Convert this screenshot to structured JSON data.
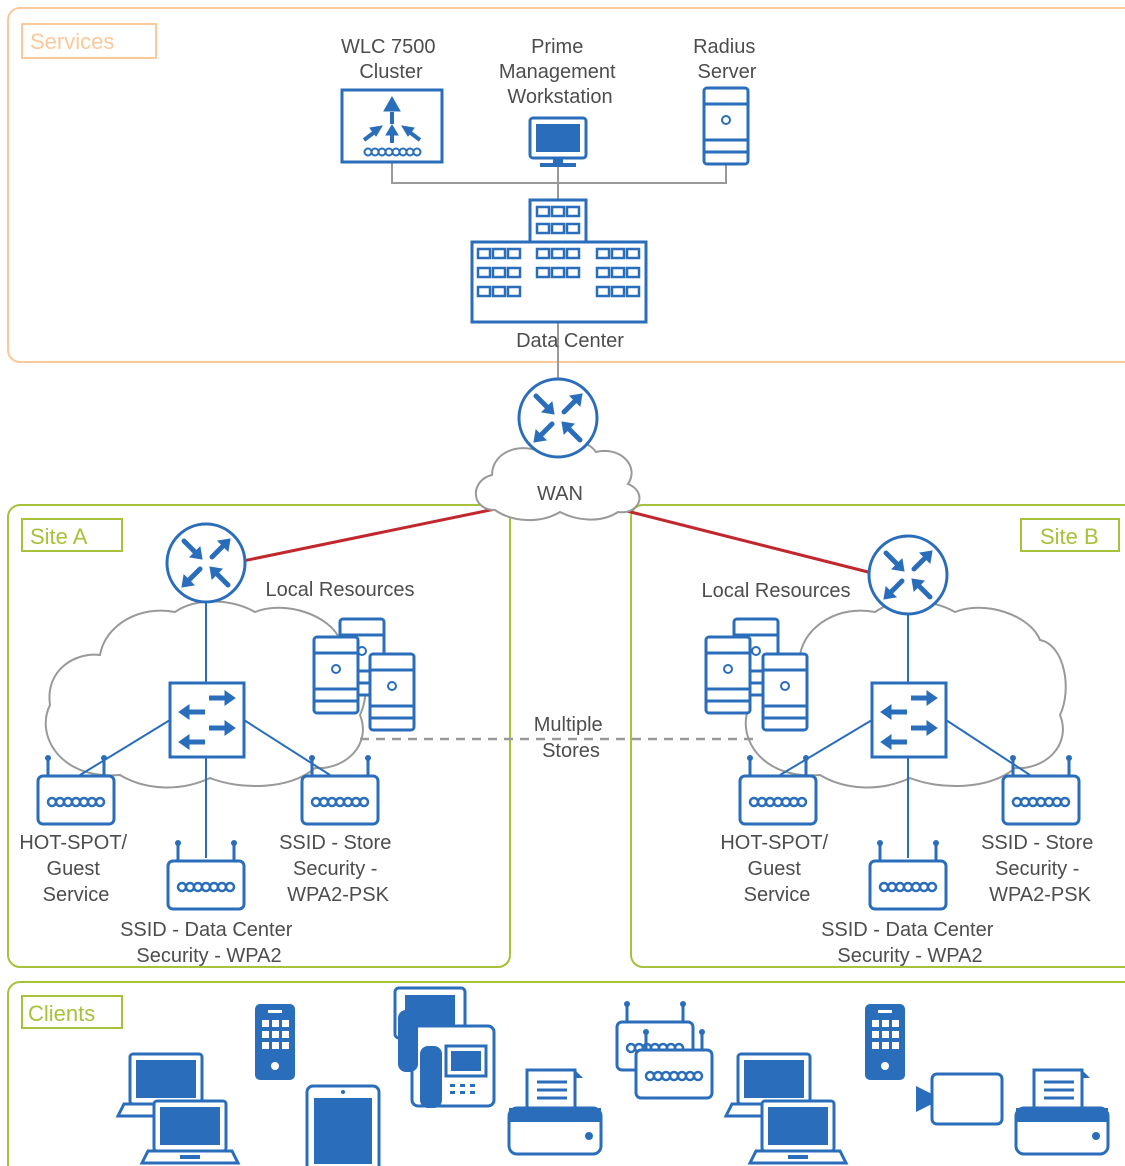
{
  "zones": {
    "services": {
      "label": "Services",
      "color": "#f9c99a"
    },
    "site_a": {
      "label": "Site A",
      "color": "#a7c13a"
    },
    "site_b": {
      "label": "Site B",
      "color": "#a7c13a"
    },
    "clients": {
      "label": "Clients",
      "color": "#a7c13a"
    }
  },
  "services": {
    "wlc": [
      "WLC 7500",
      "Cluster"
    ],
    "prime": [
      "Prime",
      "Management",
      "Workstation"
    ],
    "radius": [
      "Radius",
      "Server"
    ],
    "datacenter": "Data Center"
  },
  "wan": "WAN",
  "multiple_stores": [
    "Multiple",
    "Stores"
  ],
  "site_a": {
    "local": "Local Resources",
    "hotspot": [
      "HOT-SPOT/",
      "Guest",
      "Service"
    ],
    "store": [
      "SSID - Store",
      "Security -",
      "WPA2-PSK"
    ],
    "datacenter_ssid": [
      "SSID - Data Center",
      "Security - WPA2"
    ]
  },
  "site_b": {
    "local": "Local Resources",
    "hotspot": [
      "HOT-SPOT/",
      "Guest",
      "Service"
    ],
    "store": [
      "SSID - Store",
      "Security -",
      "WPA2-PSK"
    ],
    "datacenter_ssid": [
      "SSID - Data Center",
      "Security - WPA2"
    ]
  },
  "colors": {
    "icon": "#2a6ebb",
    "wan_link": "#c1272d",
    "link": "#999999"
  }
}
